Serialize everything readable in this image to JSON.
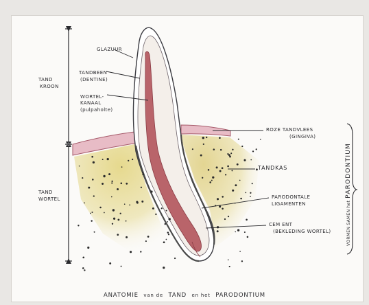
{
  "labels": {
    "glazuur": "GLAZUUR",
    "tandbeen_1": "TANDBEEN",
    "tandbeen_2": "(DENTINE)",
    "wortelkanaal_1": "WORTEL-",
    "wortelkanaal_2": "KANAAL",
    "wortelkanaal_3": "(pulpaholte)",
    "tand_kroon_1": "TAND",
    "tand_kroon_2": "KROON",
    "tand_wortel_1": "TAND",
    "tand_wortel_2": "WORTEL",
    "roze_tandvlees_1": "ROZE TANDVLEES",
    "roze_tandvlees_2": "(GINGIVA)",
    "tandkas": "TANDKAS",
    "parodontale_1": "PARODONTALE",
    "parodontale_2": "LIGAMENTEN",
    "cement_1": "CEM ENT",
    "cement_2": "(BEKLEDING WORTEL)",
    "side_small": "VORMEN SAMEN het",
    "side_big": "PARODONTIUM"
  },
  "caption": {
    "part1": "ANATOMIE",
    "part2": "van de",
    "part3": "TAND",
    "part4": "en het",
    "part5": "PARODONTIUM"
  },
  "colors": {
    "enamel": "#ffffff",
    "dentine": "#f3eee9",
    "pulp": "#b86166",
    "gum": "#e6b8c2",
    "bone": "#e3d79a",
    "ink": "#2a2a2e"
  }
}
